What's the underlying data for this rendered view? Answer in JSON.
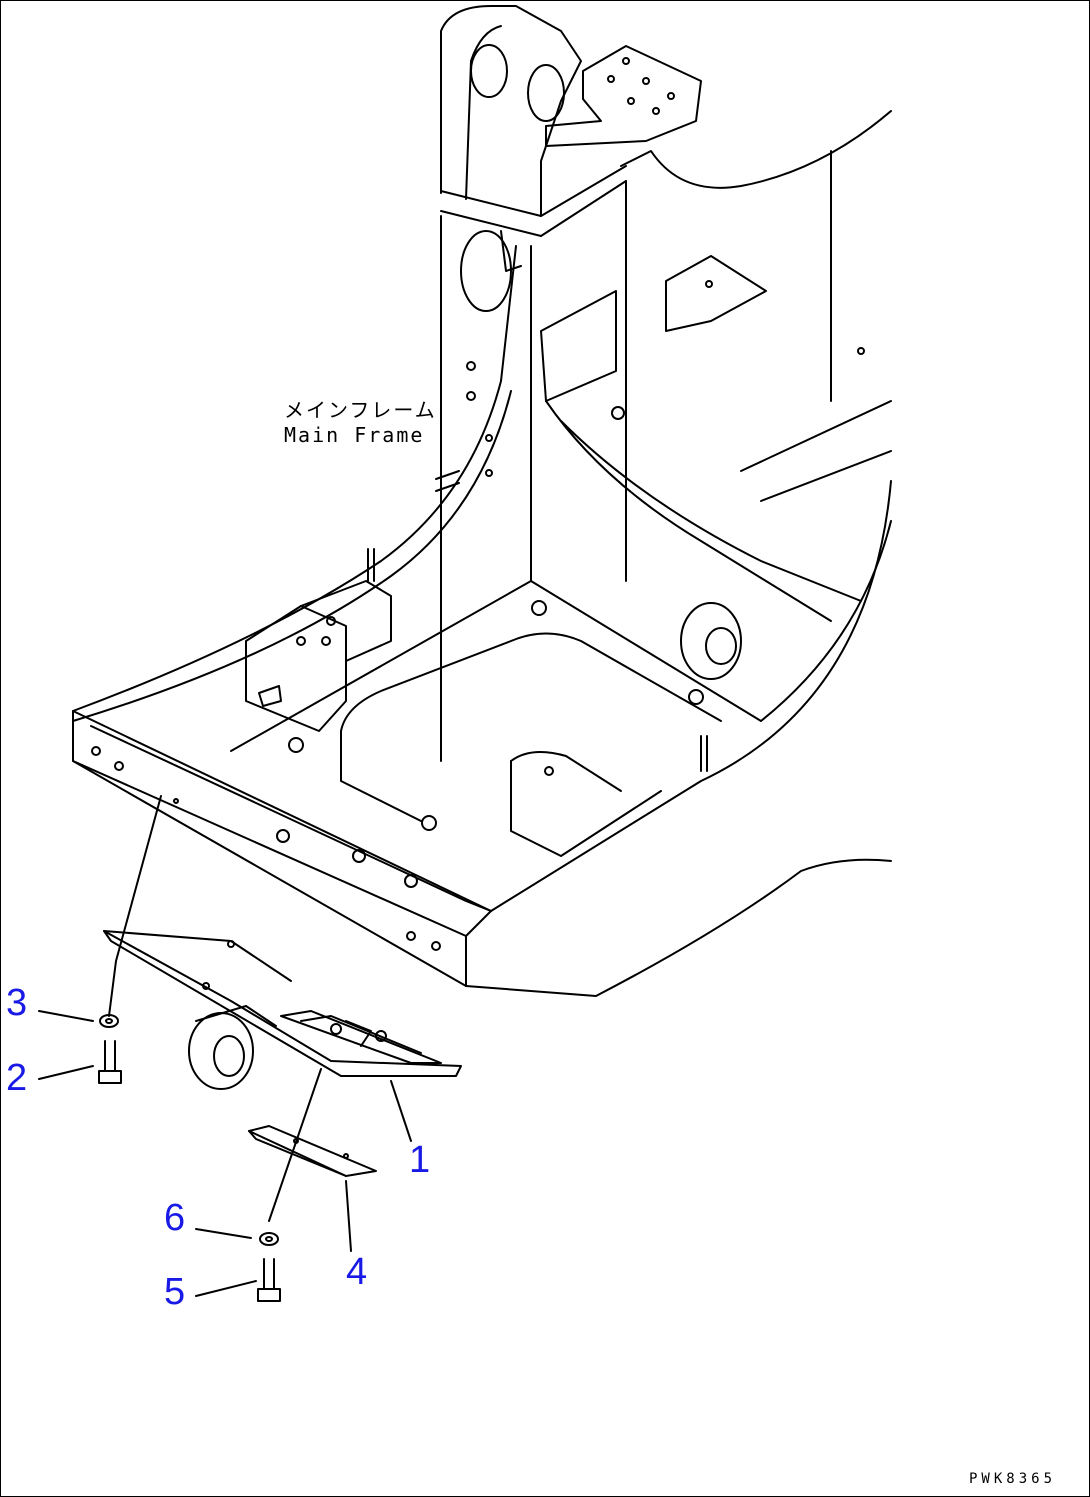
{
  "labels": {
    "frame_jp": "メインフレーム",
    "frame_en": "Main Frame",
    "drawing_code": "PWK8365"
  },
  "callouts": [
    "1",
    "2",
    "3",
    "4",
    "5",
    "6"
  ],
  "colors": {
    "callout": "#1a1ae6",
    "line": "#000000",
    "background": "#ffffff"
  }
}
